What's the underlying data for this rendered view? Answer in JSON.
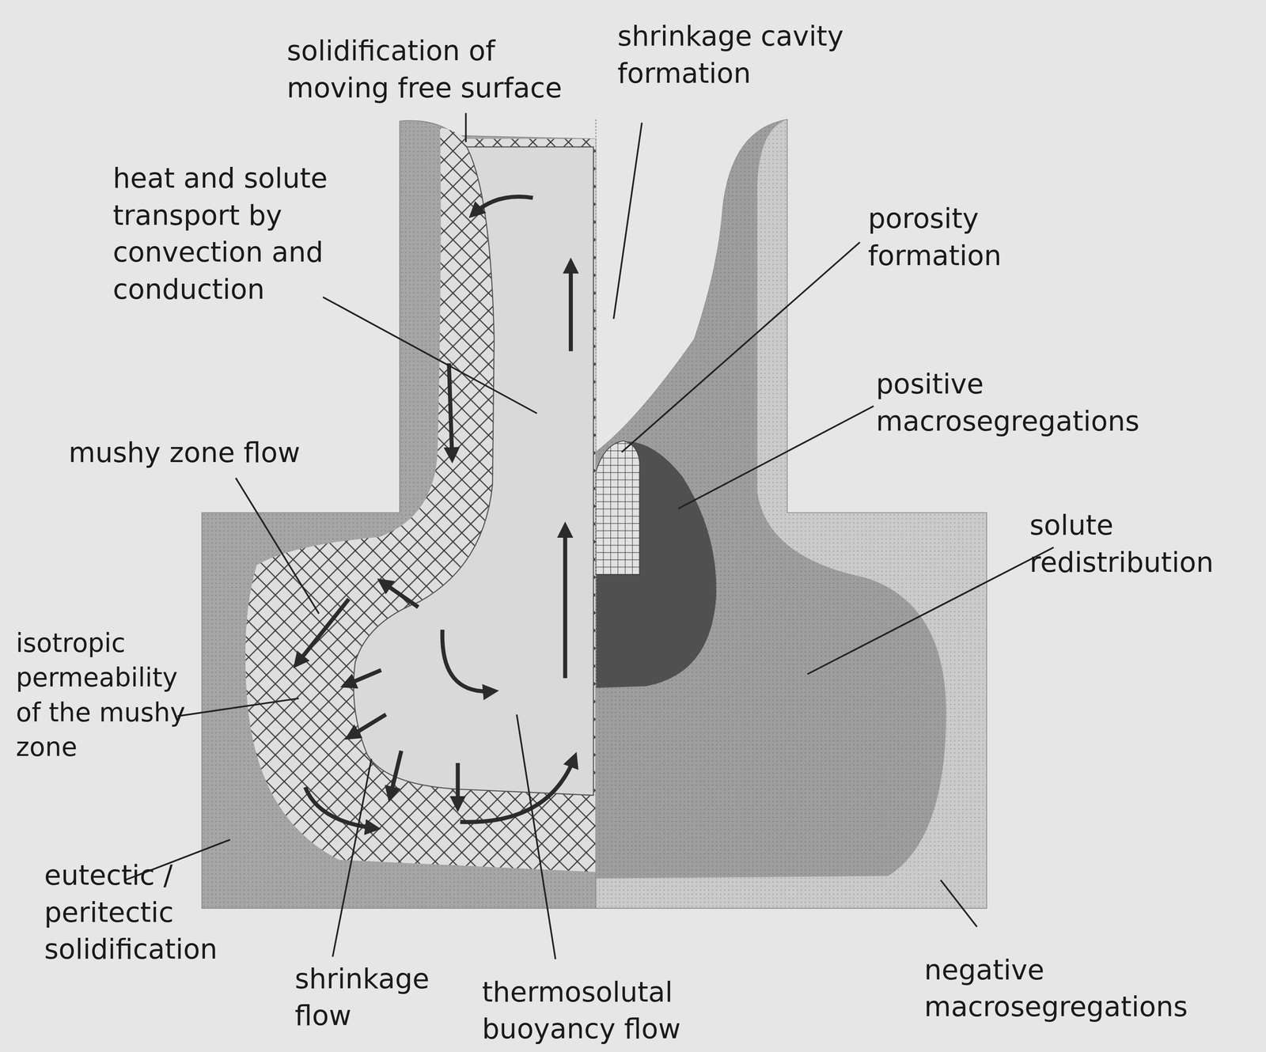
{
  "diagram": {
    "labels": [
      "solidification of moving free surface",
      "shrinkage cavity formation",
      "heat and solute transport by convection and conduction",
      "porosity formation",
      "positive macrosegregations",
      "mushy zone flow",
      "solute redistribution",
      "isotropic permeability of the mushy zone",
      "eutectic / peritectic solidification",
      "shrinkage flow",
      "thermosolutal buoyancy flow",
      "negative macrosegregations"
    ]
  }
}
